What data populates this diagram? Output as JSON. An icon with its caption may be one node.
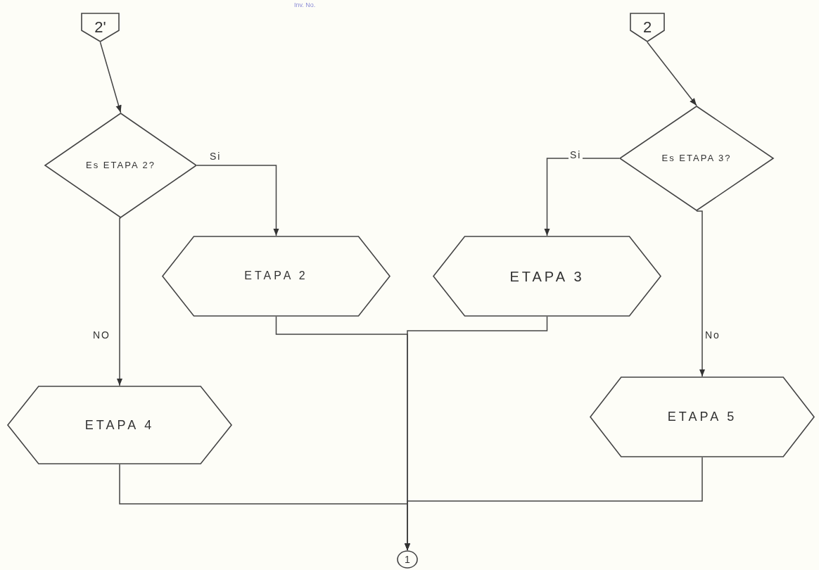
{
  "diagram": {
    "nodes": [
      {
        "text": [
          "2'"
        ]
      },
      {
        "text": [
          "2"
        ]
      },
      {
        "text": [
          "Es ETAPA 2?"
        ]
      },
      {
        "text": [
          "Es ETAPA 3?"
        ]
      },
      {
        "text": [
          "ETAPA 2"
        ]
      },
      {
        "text": [
          "ETAPA 3"
        ]
      },
      {
        "text": [
          "ETAPA 4"
        ]
      },
      {
        "text": [
          "ETAPA 5"
        ]
      },
      {
        "text": [
          "1"
        ]
      }
    ],
    "edges": [
      {
        "from": 0,
        "to": 2,
        "arrow": "to"
      },
      {
        "from": 1,
        "to": 3,
        "arrow": "to"
      },
      {
        "from": 2,
        "to": 4,
        "arrow": "to",
        "label": "Si"
      },
      {
        "from": 2,
        "to": 6,
        "arrow": "to",
        "label": "NO"
      },
      {
        "from": 3,
        "to": 5,
        "arrow": "to",
        "label": "Si"
      },
      {
        "from": 3,
        "to": 7,
        "arrow": "to",
        "label": "No"
      },
      {
        "from": 4,
        "to": 8,
        "arrow": "to"
      },
      {
        "from": 5,
        "to": 8,
        "arrow": "to"
      },
      {
        "from": 6,
        "to": 8,
        "arrow": "to"
      },
      {
        "from": 7,
        "to": 8,
        "arrow": "to"
      }
    ],
    "labels": [
      "Inv. No."
    ]
  }
}
